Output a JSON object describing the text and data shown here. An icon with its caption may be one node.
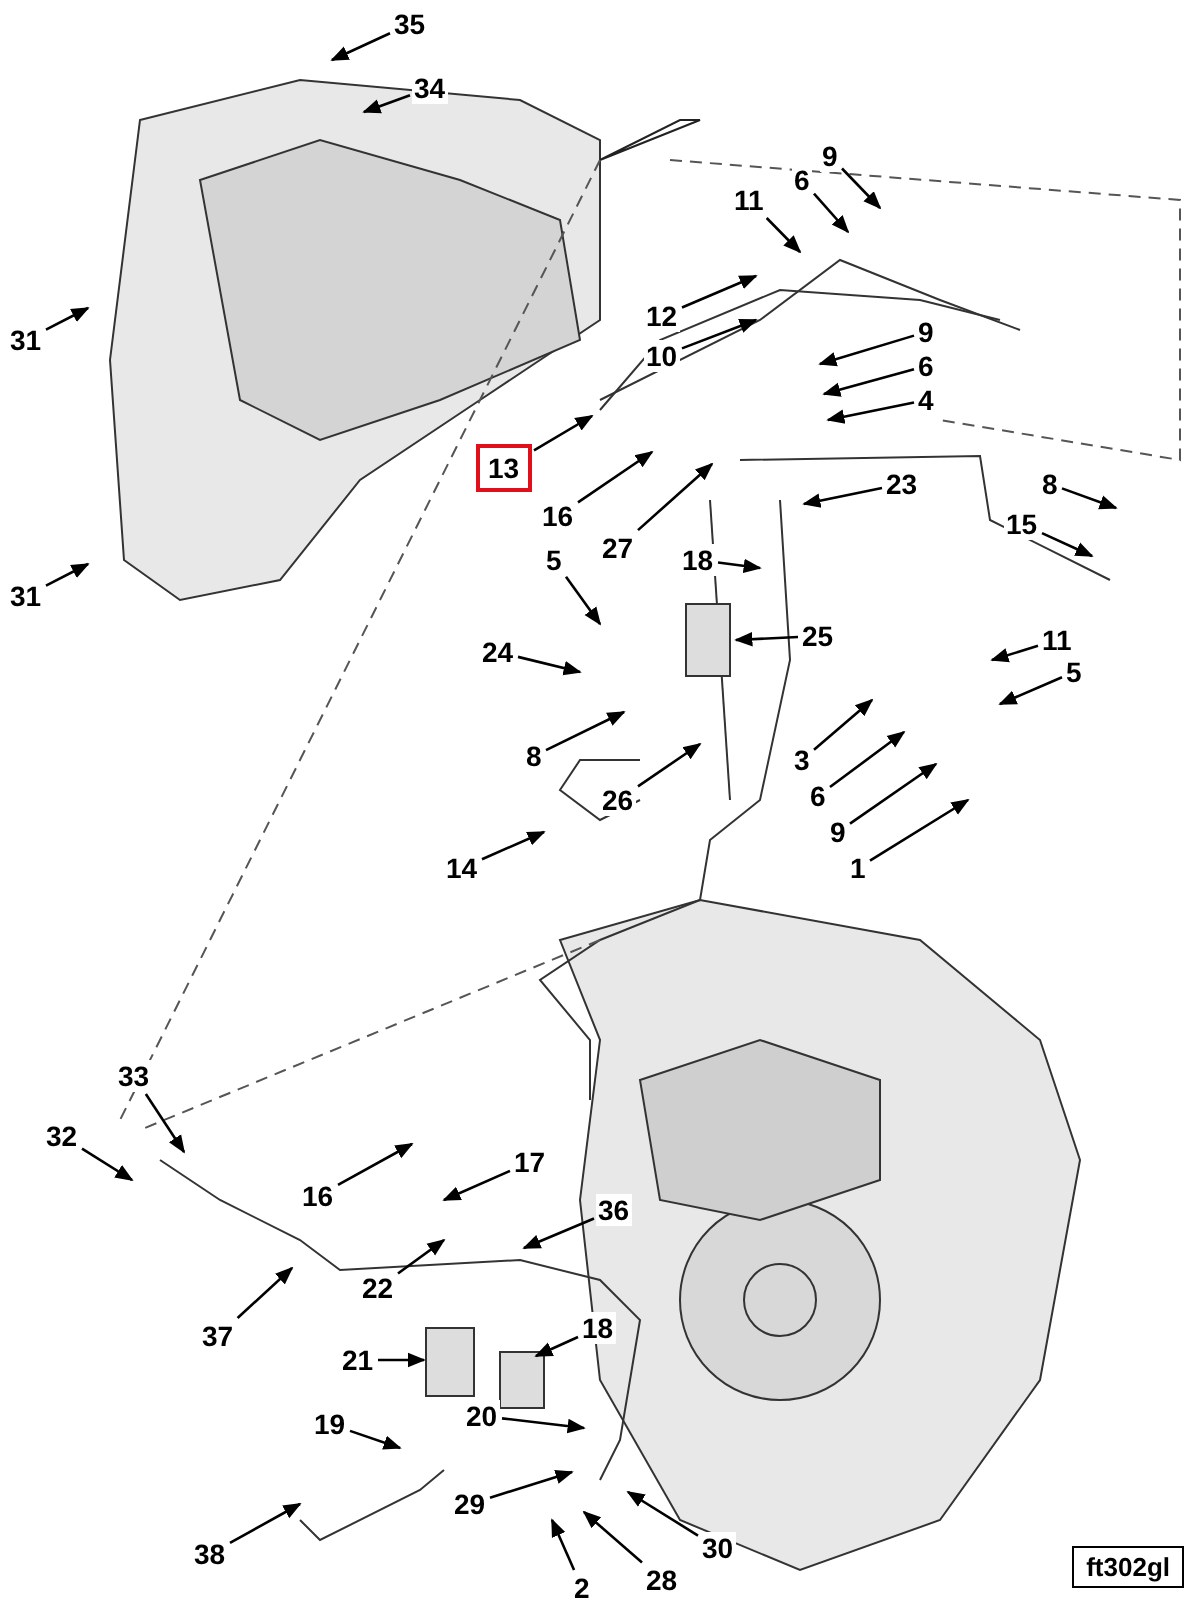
{
  "diagram": {
    "nodes": [
      {
        "text": [
          "35"
        ]
      },
      {
        "text": [
          "34"
        ]
      },
      {
        "text": [
          "31"
        ]
      },
      {
        "text": [
          "31"
        ]
      },
      {
        "text": [
          "11"
        ]
      },
      {
        "text": [
          "6"
        ]
      },
      {
        "text": [
          "9"
        ]
      },
      {
        "text": [
          "12"
        ]
      },
      {
        "text": [
          "10"
        ]
      },
      {
        "text": [
          "9"
        ]
      },
      {
        "text": [
          "6"
        ]
      },
      {
        "text": [
          "4"
        ]
      },
      {
        "text": [
          "13"
        ]
      },
      {
        "text": [
          "16"
        ]
      },
      {
        "text": [
          "27"
        ]
      },
      {
        "text": [
          "23"
        ]
      },
      {
        "text": [
          "8"
        ]
      },
      {
        "text": [
          "15"
        ]
      },
      {
        "text": [
          "5"
        ]
      },
      {
        "text": [
          "18"
        ]
      },
      {
        "text": [
          "24"
        ]
      },
      {
        "text": [
          "25"
        ]
      },
      {
        "text": [
          "11"
        ]
      },
      {
        "text": [
          "5"
        ]
      },
      {
        "text": [
          "3"
        ]
      },
      {
        "text": [
          "6"
        ]
      },
      {
        "text": [
          "9"
        ]
      },
      {
        "text": [
          "1"
        ]
      },
      {
        "text": [
          "8"
        ]
      },
      {
        "text": [
          "26"
        ]
      },
      {
        "text": [
          "14"
        ]
      },
      {
        "text": [
          "33"
        ]
      },
      {
        "text": [
          "32"
        ]
      },
      {
        "text": [
          "17"
        ]
      },
      {
        "text": [
          "16"
        ]
      },
      {
        "text": [
          "36"
        ]
      },
      {
        "text": [
          "37"
        ]
      },
      {
        "text": [
          "22"
        ]
      },
      {
        "text": [
          "18"
        ]
      },
      {
        "text": [
          "21"
        ]
      },
      {
        "text": [
          "19"
        ]
      },
      {
        "text": [
          "20"
        ]
      },
      {
        "text": [
          "29"
        ]
      },
      {
        "text": [
          "30"
        ]
      },
      {
        "text": [
          "28"
        ]
      },
      {
        "text": [
          "38"
        ]
      },
      {
        "text": [
          "2"
        ]
      }
    ],
    "edges": [
      {
        "from": 0,
        "to": null,
        "arrow": "to"
      },
      {
        "from": 1,
        "to": null,
        "arrow": "to"
      },
      {
        "from": 2,
        "to": null,
        "arrow": "to"
      },
      {
        "from": 3,
        "to": null,
        "arrow": "to"
      },
      {
        "from": 4,
        "to": null,
        "arrow": "to"
      },
      {
        "from": 5,
        "to": null,
        "arrow": "to"
      },
      {
        "from": 6,
        "to": null,
        "arrow": "to"
      },
      {
        "from": 7,
        "to": null,
        "arrow": "to"
      },
      {
        "from": 8,
        "to": null,
        "arrow": "to"
      },
      {
        "from": 9,
        "to": null,
        "arrow": "to"
      },
      {
        "from": 10,
        "to": null,
        "arrow": "to"
      },
      {
        "from": 11,
        "to": null,
        "arrow": "to"
      },
      {
        "from": 12,
        "to": null,
        "arrow": "to"
      },
      {
        "from": 13,
        "to": null,
        "arrow": "to"
      },
      {
        "from": 14,
        "to": null,
        "arrow": "to"
      },
      {
        "from": 15,
        "to": null,
        "arrow": "to"
      },
      {
        "from": 16,
        "to": null,
        "arrow": "to"
      },
      {
        "from": 17,
        "to": null,
        "arrow": "to"
      },
      {
        "from": 18,
        "to": null,
        "arrow": "to"
      },
      {
        "from": 19,
        "to": null,
        "arrow": "to"
      },
      {
        "from": 20,
        "to": null,
        "arrow": "to"
      },
      {
        "from": 21,
        "to": null,
        "arrow": "to"
      },
      {
        "from": 22,
        "to": null,
        "arrow": "to"
      },
      {
        "from": 23,
        "to": null,
        "arrow": "to"
      },
      {
        "from": 24,
        "to": null,
        "arrow": "to"
      },
      {
        "from": 25,
        "to": null,
        "arrow": "to"
      },
      {
        "from": 26,
        "to": null,
        "arrow": "to"
      },
      {
        "from": 27,
        "to": null,
        "arrow": "to"
      },
      {
        "from": 28,
        "to": null,
        "arrow": "to"
      },
      {
        "from": 29,
        "to": null,
        "arrow": "to"
      },
      {
        "from": 30,
        "to": null,
        "arrow": "to"
      },
      {
        "from": 31,
        "to": null,
        "arrow": "to"
      },
      {
        "from": 32,
        "to": null,
        "arrow": "to"
      },
      {
        "from": 33,
        "to": null,
        "arrow": "to"
      },
      {
        "from": 34,
        "to": null,
        "arrow": "to"
      },
      {
        "from": 35,
        "to": null,
        "arrow": "to"
      },
      {
        "from": 36,
        "to": null,
        "arrow": "to"
      },
      {
        "from": 37,
        "to": null,
        "arrow": "to"
      },
      {
        "from": 38,
        "to": null,
        "arrow": "to"
      },
      {
        "from": 39,
        "to": null,
        "arrow": "to"
      },
      {
        "from": 40,
        "to": null,
        "arrow": "to"
      },
      {
        "from": 41,
        "to": null,
        "arrow": "to"
      },
      {
        "from": 42,
        "to": null,
        "arrow": "to"
      },
      {
        "from": 43,
        "to": null,
        "arrow": "to"
      },
      {
        "from": 44,
        "to": null,
        "arrow": "to"
      },
      {
        "from": 45,
        "to": null,
        "arrow": "to"
      },
      {
        "from": 46,
        "to": null,
        "arrow": "to"
      }
    ],
    "labels": [
      "ft302gl"
    ]
  }
}
